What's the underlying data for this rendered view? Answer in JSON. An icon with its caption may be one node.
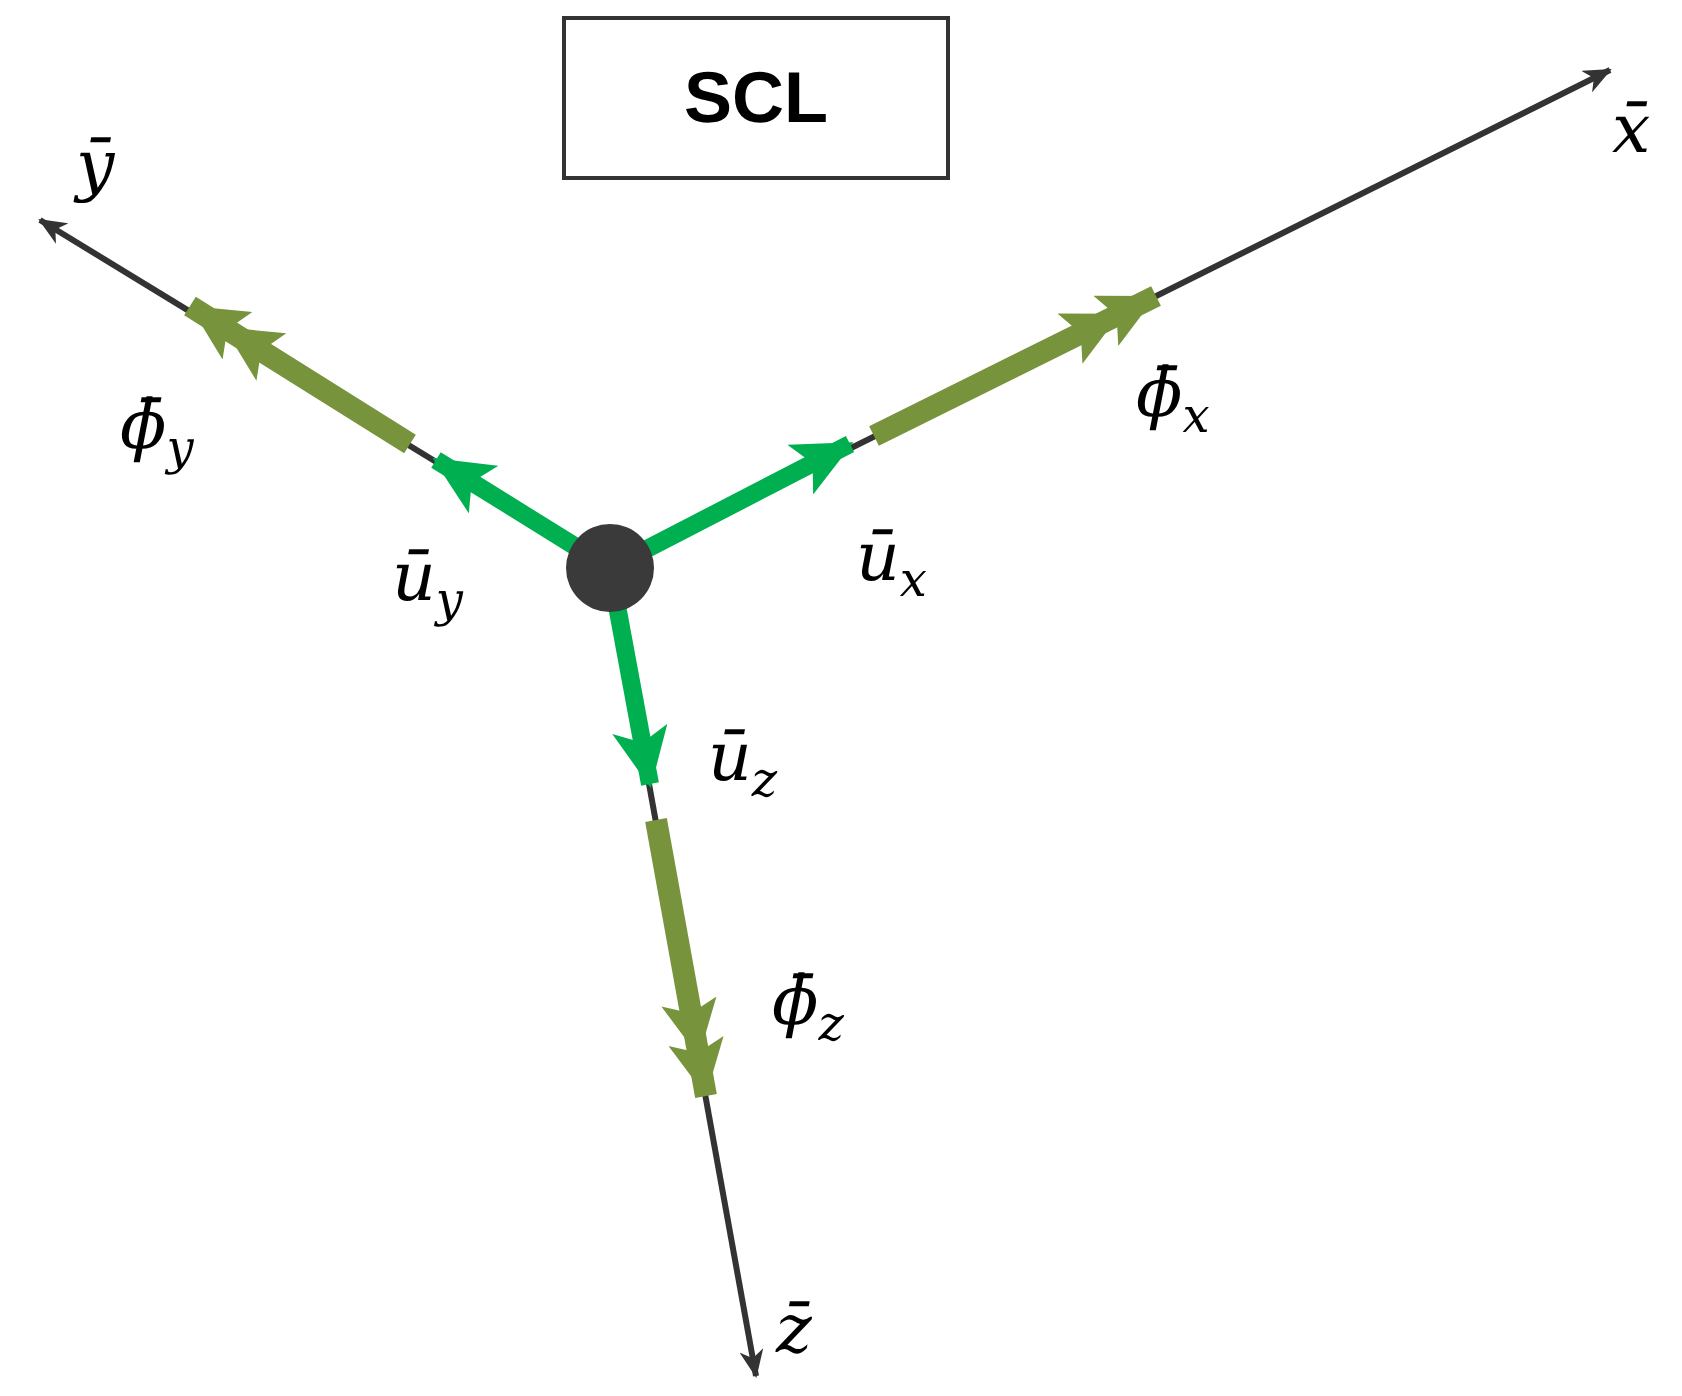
{
  "diagram": {
    "nodes": [
      {
        "text": [
          "SCL"
        ]
      },
      {
        "text": [],
        "shape": "circle"
      }
    ],
    "labels": [
      "x̄",
      "ȳ",
      "ϕ̄$_{x}$",
      "ϕ̄$_{y}$",
      "ū$_{x}$",
      "ū$_{y}$",
      "ū$_{z}$",
      "ϕ̄$_{z}$",
      "z̄"
    ]
  }
}
